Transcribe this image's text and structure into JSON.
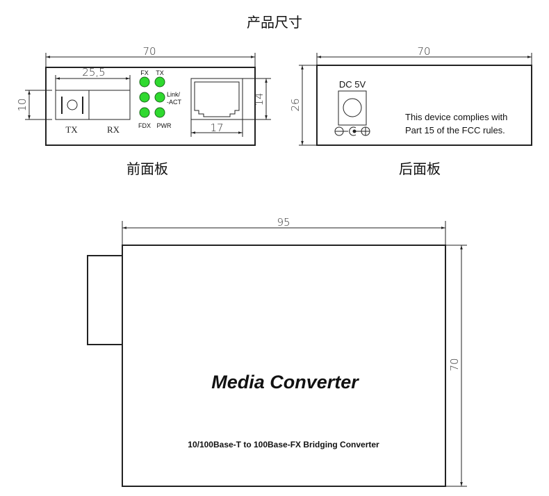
{
  "title": "产品尺寸",
  "front_panel": {
    "caption": "前面板",
    "width_dim": "70",
    "fiber_width_dim": "25,5",
    "fiber_height_dim": "10",
    "rj45_height_dim": "14",
    "rj45_width_dim": "17",
    "port_tx": "TX",
    "port_rx": "RX",
    "led_labels": {
      "fx": "FX",
      "tx": "TX",
      "link1": "Link/",
      "link2": "-ACT",
      "fdx": "FDX",
      "pwr": "PWR"
    },
    "led_color": "#2fd92f"
  },
  "back_panel": {
    "caption": "后面板",
    "width_dim": "70",
    "height_dim": "26",
    "power_label": "DC 5V",
    "fcc_line1": "This device complies with",
    "fcc_line2": "Part 15 of the FCC rules."
  },
  "top_view": {
    "length_dim": "95",
    "width_dim": "70",
    "product_name": "Media Converter",
    "product_desc": "10/100Base-T to 100Base-FX Bridging Converter"
  }
}
